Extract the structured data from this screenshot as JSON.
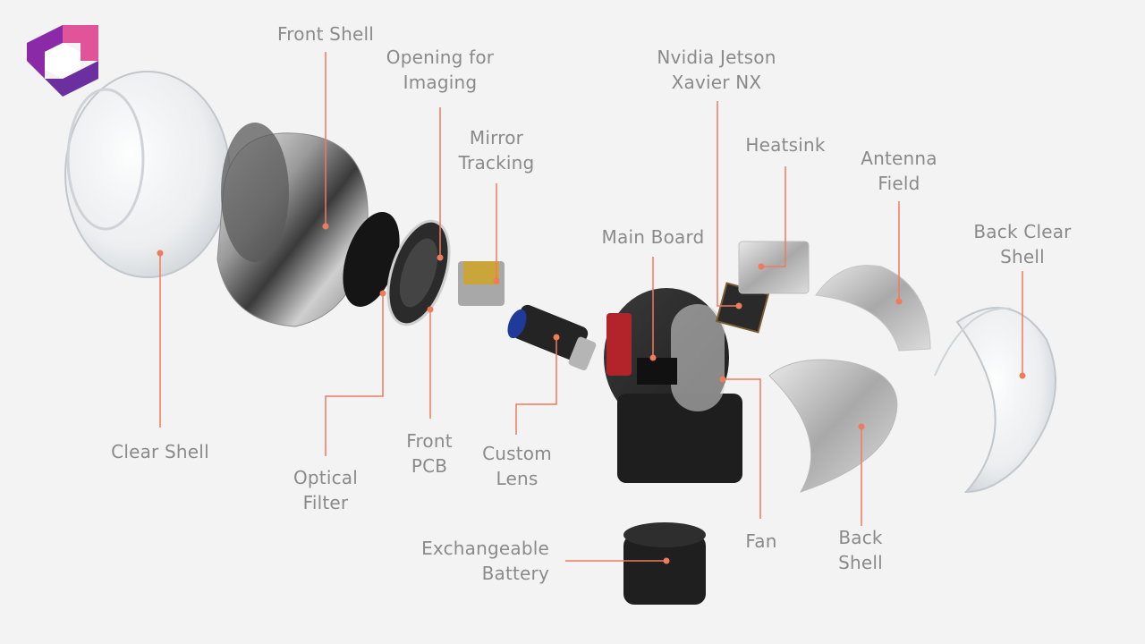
{
  "diagram": {
    "labels": {
      "front_shell": [
        "Front Shell"
      ],
      "opening_for_imaging": [
        "Opening for",
        "Imaging"
      ],
      "mirror_tracking": [
        "Mirror",
        "Tracking"
      ],
      "nvidia_jetson": [
        "Nvidia Jetson",
        "Xavier NX"
      ],
      "heatsink": [
        "Heatsink"
      ],
      "antenna_field": [
        "Antenna",
        "Field"
      ],
      "main_board": [
        "Main Board"
      ],
      "back_clear_shell": [
        "Back Clear",
        "Shell"
      ],
      "clear_shell": [
        "Clear Shell"
      ],
      "optical_filter": [
        "Optical",
        "Filter"
      ],
      "front_pcb": [
        "Front",
        "PCB"
      ],
      "custom_lens": [
        "Custom",
        "Lens"
      ],
      "fan": [
        "Fan"
      ],
      "back_shell": [
        "Back",
        "Shell"
      ],
      "exchangeable_battery": [
        "Exchangeable",
        "Battery"
      ]
    },
    "colors": {
      "label_text": "#8a8a8a",
      "callout_line": "#f07a5c",
      "logo_pink": "#e0559a",
      "logo_purple": "#6b2fa0",
      "logo_violet": "#8a2aa8",
      "background": "#f3f3f3"
    }
  }
}
